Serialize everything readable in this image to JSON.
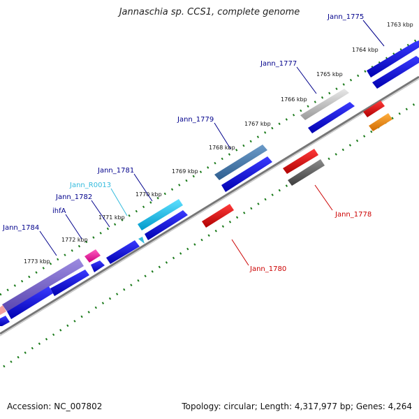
{
  "title": "Jannaschia sp. CCS1, complete genome",
  "footer": {
    "accession": "Accession: NC_007802",
    "topology": "Topology: circular; Length: 4,317,977 bp; Genes: 4,264"
  },
  "kbp_ticks": [
    {
      "label": "1763 kbp"
    },
    {
      "label": "1764 kbp"
    },
    {
      "label": "1765 kbp"
    },
    {
      "label": "1766 kbp"
    },
    {
      "label": "1767 kbp"
    },
    {
      "label": "1768 kbp"
    },
    {
      "label": "1769 kbp"
    },
    {
      "label": "1770 kbp"
    },
    {
      "label": "1771 kbp"
    },
    {
      "label": "1772 kbp"
    },
    {
      "label": "1773 kbp"
    }
  ],
  "gene_labels": [
    {
      "text": "Jann_1775",
      "color": "#00008b"
    },
    {
      "text": "Jann_1777",
      "color": "#00008b"
    },
    {
      "text": "Jann_1779",
      "color": "#00008b"
    },
    {
      "text": "Jann_1781",
      "color": "#00008b"
    },
    {
      "text": "Jann_R0013",
      "color": "#33bbdd"
    },
    {
      "text": "Jann_1782",
      "color": "#00008b"
    },
    {
      "text": "ihfA",
      "color": "#00008b"
    },
    {
      "text": "Jann_1784",
      "color": "#00008b"
    },
    {
      "text": "Jann_1778",
      "color": "#cc0000"
    },
    {
      "text": "Jann_1780",
      "color": "#cc0000"
    }
  ],
  "colors": {
    "backbone": "#666666",
    "tick_green": "#1a7a1a",
    "cds_blue": "#0000dd",
    "forward_red": "#ee0000"
  }
}
